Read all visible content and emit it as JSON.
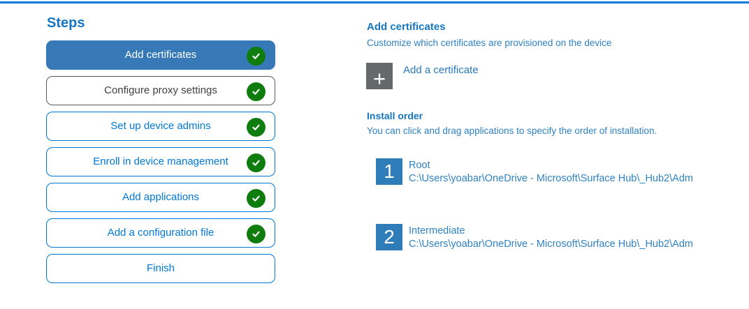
{
  "colors": {
    "accent_blue": "#0078D7",
    "active_step_blue": "#3679B6",
    "success_green": "#0E7D0E",
    "tile_gray": "#66696C",
    "order_square_blue": "#2E7DB8",
    "heading_blue": "#1577C2",
    "body_blue": "#2E82C4",
    "visited_gray": "#595959"
  },
  "steps_panel": {
    "title": "Steps",
    "steps": [
      {
        "label": "Add certificates",
        "state": "active",
        "completed": true
      },
      {
        "label": "Configure proxy settings",
        "state": "visited",
        "completed": true
      },
      {
        "label": "Set up device admins",
        "state": "normal",
        "completed": true
      },
      {
        "label": "Enroll in device management",
        "state": "normal",
        "completed": true
      },
      {
        "label": "Add applications",
        "state": "normal",
        "completed": true
      },
      {
        "label": "Add a configuration file",
        "state": "normal",
        "completed": true
      },
      {
        "label": "Finish",
        "state": "normal",
        "completed": false
      }
    ]
  },
  "content": {
    "title": "Add certificates",
    "subtitle": "Customize which certificates are provisioned on the device",
    "add_certificate": {
      "label": "Add a certificate",
      "icon": "plus-icon",
      "plus_glyph": "+"
    },
    "install_order": {
      "title": "Install order",
      "description": "You can click and drag applications to specify the order of installation.",
      "items": [
        {
          "order": "1",
          "name": "Root",
          "path": "C:\\Users\\yoabar\\OneDrive - Microsoft\\Surface Hub\\_Hub2\\Adm"
        },
        {
          "order": "2",
          "name": "Intermediate",
          "path": "C:\\Users\\yoabar\\OneDrive - Microsoft\\Surface Hub\\_Hub2\\Adm"
        }
      ]
    }
  }
}
